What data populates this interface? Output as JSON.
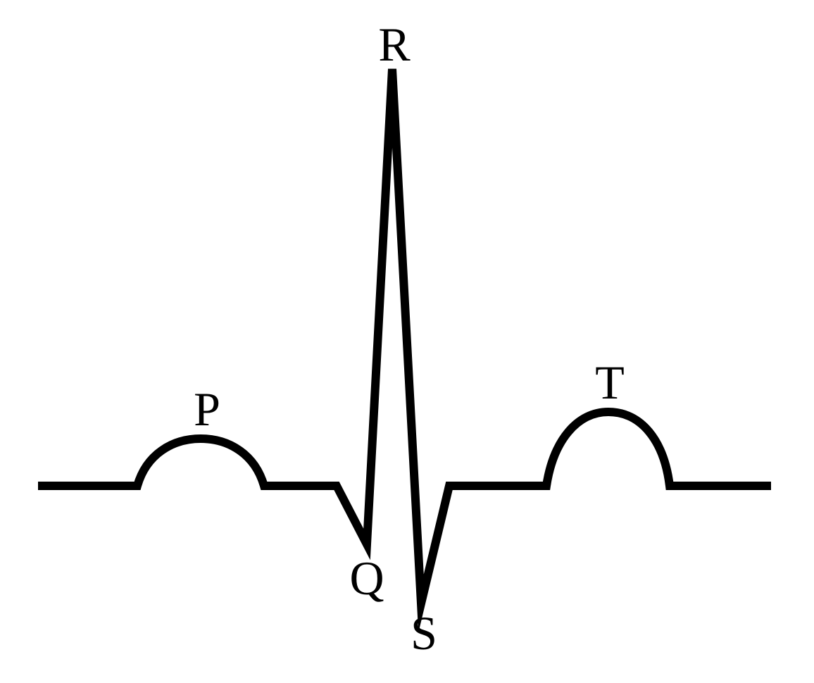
{
  "colors": {
    "background": "#ffffff",
    "trace": "#000000",
    "label": "#000000"
  },
  "waves": {
    "p": "P",
    "q": "Q",
    "r": "R",
    "s": "S",
    "t": "T"
  }
}
